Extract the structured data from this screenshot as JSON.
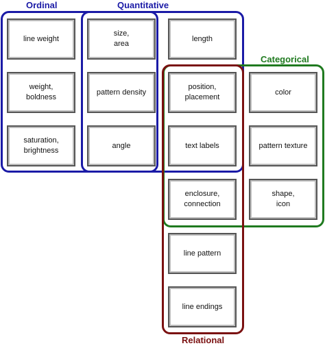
{
  "colors": {
    "ordinal": "#1a1aa6",
    "quantitative": "#1a1aa6",
    "categorical": "#1f7a1f",
    "relational": "#7a1010"
  },
  "groups": {
    "ordinal": {
      "label": "Ordinal"
    },
    "quantitative": {
      "label": "Quantitative"
    },
    "categorical": {
      "label": "Categorical"
    },
    "relational": {
      "label": "Relational"
    }
  },
  "cards": {
    "line_weight": "line weight",
    "size_area": "size,\narea",
    "length": "length",
    "weight_boldness": "weight,\nboldness",
    "pattern_density": "pattern density",
    "position_placement": "position,\nplacement",
    "color": "color",
    "saturation_brightness": "saturation,\nbrightness",
    "angle": "angle",
    "text_labels": "text labels",
    "pattern_texture": "pattern texture",
    "enclosure_connection": "enclosure,\nconnection",
    "shape_icon": "shape,\nicon",
    "line_pattern": "line pattern",
    "line_endings": "line endings"
  }
}
